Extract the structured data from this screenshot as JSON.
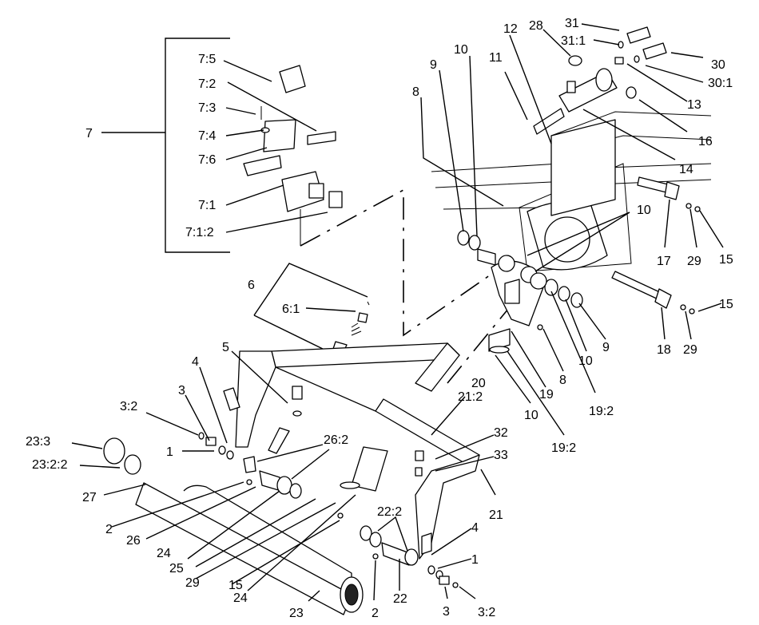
{
  "diagram": {
    "callouts": [
      "7",
      "7:5",
      "7:2",
      "7:3",
      "7:4",
      "7:6",
      "7:1",
      "7:1:2",
      "6",
      "6:1",
      "5",
      "4",
      "3",
      "3:2",
      "1",
      "23:3",
      "23:2:2",
      "27",
      "2",
      "26",
      "24",
      "25",
      "29",
      "15",
      "24",
      "23",
      "2",
      "22",
      "3",
      "3:2",
      "1",
      "4",
      "22:2",
      "26:2",
      "20",
      "21:2",
      "32",
      "33",
      "21",
      "31",
      "28",
      "12",
      "10",
      "11",
      "9",
      "8",
      "31:1",
      "30",
      "30:1",
      "13",
      "16",
      "14",
      "10",
      "17",
      "29",
      "15",
      "18",
      "29",
      "15",
      "9",
      "10",
      "8",
      "19",
      "19:2",
      "10",
      "19:2"
    ]
  }
}
